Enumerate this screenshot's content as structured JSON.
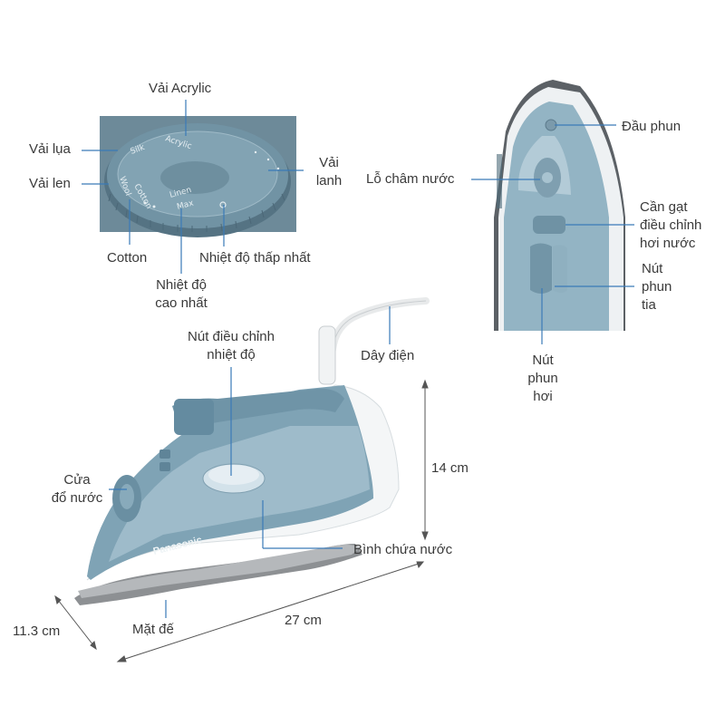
{
  "dial": {
    "acrylic": "Vải Acrylic",
    "silk": "Vải lụa",
    "wool": "Vải len",
    "cotton": "Cotton",
    "linen_line1": "Vải",
    "linen_line2": "lanh",
    "min_temp": "Nhiệt độ thấp nhất",
    "max_temp_line1": "Nhiệt độ",
    "max_temp_line2": "cao nhất",
    "markings": {
      "acrylic": "Acrylic",
      "silk": "Silk",
      "wool": "Wool",
      "cotton": "Cotton",
      "linen": "Linen",
      "max": "Max"
    }
  },
  "top_view": {
    "nozzle": "Đầu phun",
    "fill_hole": "Lỗ châm nước",
    "steam_lever_line1": "Cần gạt",
    "steam_lever_line2": "điều chỉnh",
    "steam_lever_line3": "hơi nước",
    "spray_line1": "Nút",
    "spray_line2": "phun",
    "spray_line3": "tia",
    "steam_button_line1": "Nút",
    "steam_button_line2": "phun",
    "steam_button_line3": "hơi"
  },
  "side_view": {
    "temp_knob_line1": "Nút điều chỉnh",
    "temp_knob_line2": "nhiệt độ",
    "cord": "Dây điện",
    "inlet_line1": "Cửa",
    "inlet_line2": "đổ nước",
    "tank": "Bình chứa nước",
    "soleplate": "Mặt đế",
    "brand": "Panasonic"
  },
  "dimensions": {
    "height": "14 cm",
    "length": "27 cm",
    "width": "11.3 cm"
  },
  "colors": {
    "body_blue": "#7fa3b5",
    "light_blue": "#b9d0dc",
    "white_shell": "#f3f5f6",
    "sole_grey": "#8c8f92",
    "dial_blue": "#5f8294",
    "leader": "#3a7ab8"
  }
}
